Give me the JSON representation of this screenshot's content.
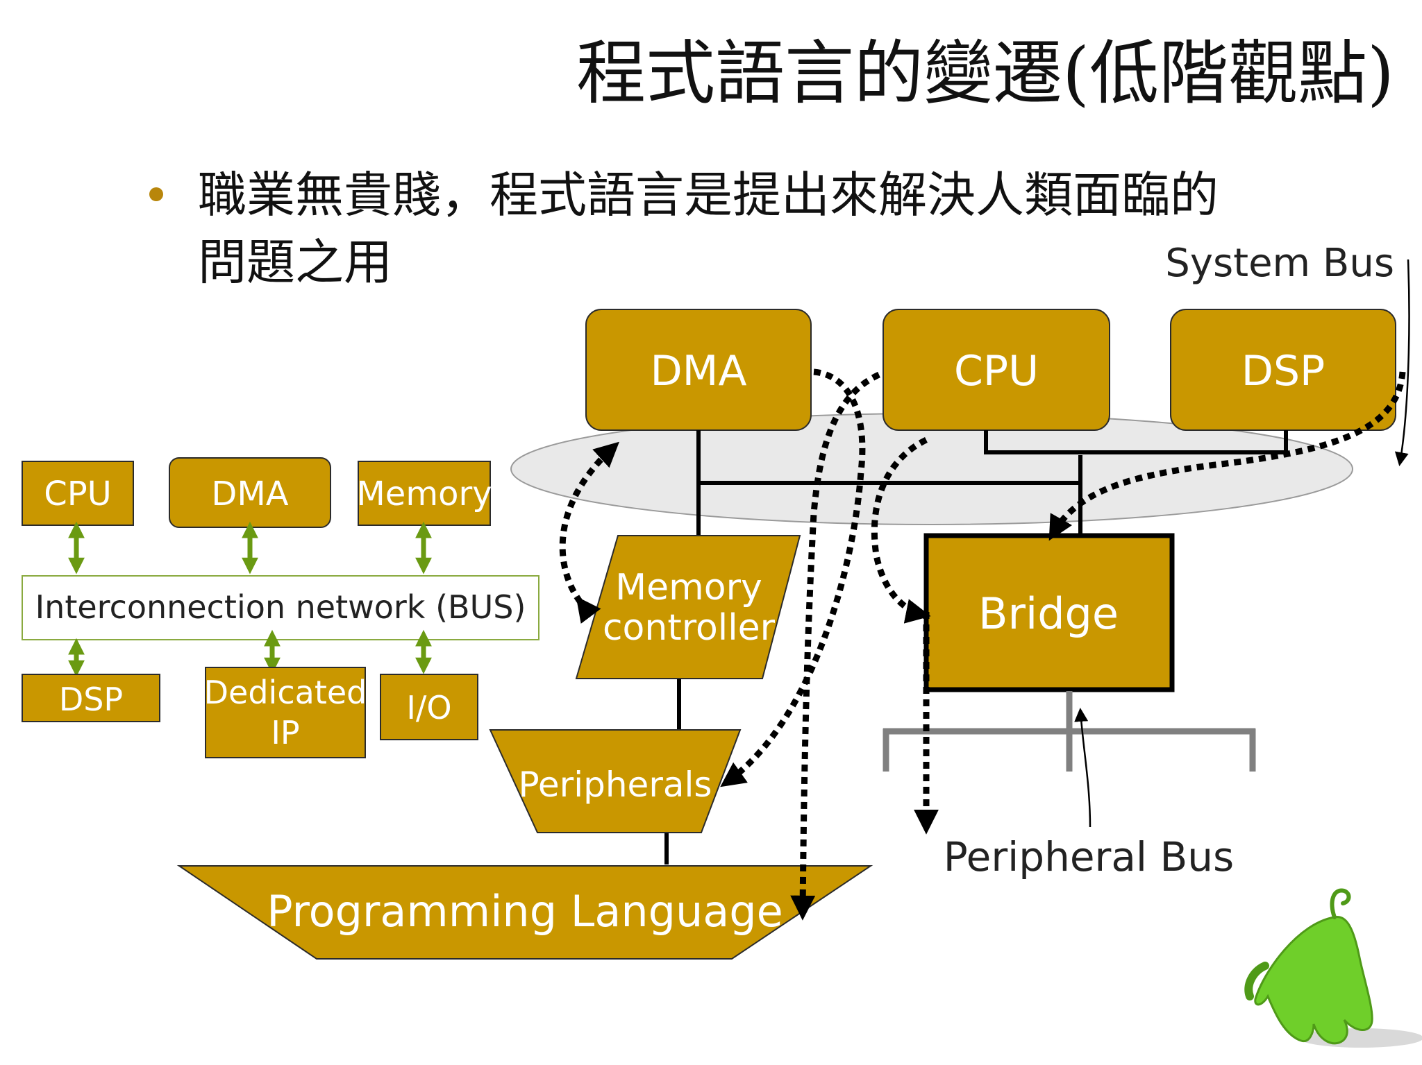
{
  "slide": {
    "title": "程式語言的變遷(低階觀點)",
    "bullet_line1": "職業無貴賤，程式語言是提出來解決人類面臨的",
    "bullet_line2": "問題之用"
  },
  "colors": {
    "box_fill": "#c99700",
    "box_stroke": "#2b2b2b",
    "label_white": "#ffffff",
    "bullet_gold": "#b8860b",
    "green_arrow": "#6a9a12",
    "bus_ellipse": "#e9e9e9",
    "grey_bus": "#808080",
    "mascot_green": "#6fcf2a"
  },
  "left_diagram": {
    "cpu": "CPU",
    "dma": "DMA",
    "memory": "Memory",
    "bus": "Interconnection network (BUS)",
    "dsp": "DSP",
    "dedicated_line1": "Dedicated",
    "dedicated_line2": "IP",
    "io": "I/O"
  },
  "right_diagram": {
    "system_bus_label": "System Bus",
    "dma": "DMA",
    "cpu": "CPU",
    "dsp": "DSP",
    "memctrl_line1": "Memory",
    "memctrl_line2": "controller",
    "bridge": "Bridge",
    "peripherals": "Peripherals",
    "peripheral_bus_label": "Peripheral Bus",
    "programming_language": "Programming Language"
  }
}
